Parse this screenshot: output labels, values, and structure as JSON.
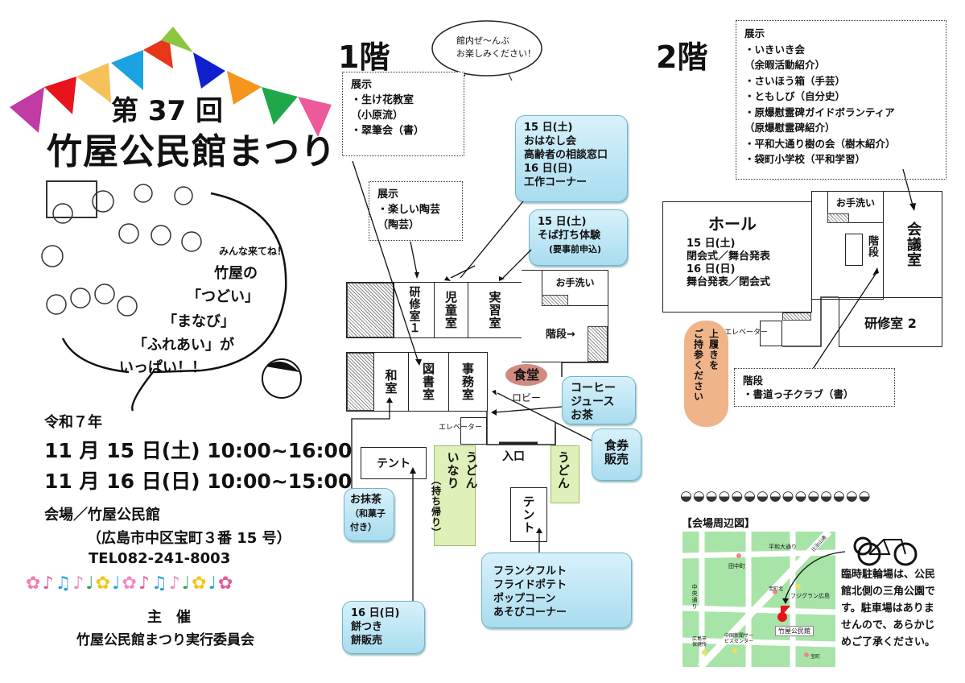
{
  "title": {
    "edition": "第 37 回",
    "name": "竹屋公民館まつり"
  },
  "bubble": {
    "call": "みんな来てね！",
    "line1": "竹屋の",
    "line2": "「つどい」",
    "line3": "「まなび」",
    "line4": "「ふれあい」が",
    "line5": "いっぱい！！"
  },
  "event": {
    "era": "令和７年",
    "day1": "11 月 15 日(土) 10:00~16:00",
    "day2": "11 月 16 日(日) 10:00~15:00",
    "venue": "会場／竹屋公民館",
    "address": "（広島市中区宝町３番 15 号）",
    "tel": "TEL082-241-8003",
    "organizer_label": "主　催",
    "organizer": "竹屋公民館まつり実行委員会"
  },
  "floor1": {
    "heading": "1階",
    "greeting": [
      "館内ぜ～んぶ",
      "お楽しみください！"
    ],
    "exhibit_a": {
      "title": "展示",
      "items": [
        "・生け花教室",
        "（小原流）",
        "・翠筆会（書）"
      ]
    },
    "exhibit_b": {
      "title": "展示",
      "items": [
        "・楽しい陶芸",
        "（陶芸）"
      ]
    },
    "event_talk": [
      "15 日(土)",
      "おはなし会",
      "高齢者の相談窓口",
      "16 日(日)",
      "工作コーナー"
    ],
    "event_soba": [
      "15 日(土)",
      "そば打ち体験",
      "(要事前申込)"
    ],
    "rooms": {
      "kenshu1": "研修室１",
      "jido": "児童室",
      "jisshu": "実習室",
      "washitsu": "和室",
      "tosho": "図書室",
      "jimu": "事務室",
      "toilet": "お手洗い",
      "stairs": "階段→",
      "elevator": "エレベーター",
      "lobby": "ロビー",
      "cafeteria": "食堂",
      "entrance": "入口"
    },
    "drinks": [
      "コーヒー",
      "ジュース",
      "お茶"
    ],
    "tickets": [
      "食券",
      "販売"
    ],
    "tent1": "テント",
    "tent2": "テント",
    "udon_inari": [
      "うどん",
      "いなり"
    ],
    "udon_inari_note": "（持ち帰り）",
    "udon": "うどん",
    "matcha": [
      "お抹茶",
      "（和菓子",
      "付き）"
    ],
    "mochi": [
      "16 日(日)",
      "餅つき",
      "餅販売"
    ],
    "stalls": [
      "フランクフルト",
      "フライドポテト",
      "ポップコーン",
      "あそびコーナー"
    ]
  },
  "floor2": {
    "heading": "2階",
    "exhibit": {
      "title": "展示",
      "items": [
        "・いきいき会",
        "（余暇活動紹介）",
        "・さいほう箱（手芸）",
        "・ともしび（自分史）",
        "・原爆慰霊碑ガイドボランティア",
        "（原爆慰霊碑紹介）",
        "・平和大通り樹の会（樹木紹介）",
        "・袋町小学校（平和学習）"
      ]
    },
    "hall": {
      "name": "ホール",
      "schedule": [
        "15 日(土)",
        "閉会式／舞台発表",
        "16 日(日)",
        "舞台発表／閉会式"
      ]
    },
    "rooms": {
      "toilet": "お手洗い",
      "stairs": "階段",
      "meeting": "会議室",
      "kenshu2": "研修室 2",
      "elevator": "エレベーター"
    },
    "shoes_note": [
      "上履きを",
      "ご持参ください"
    ],
    "stairs_exhibit": {
      "title": "階段",
      "items": [
        "・書道っ子クラブ（書）"
      ]
    }
  },
  "map": {
    "heading": "【会場周辺図】",
    "labels": {
      "heiwa": "平和大通り",
      "tanaka": "田中町",
      "chuo": "中央通り",
      "takara_kita": "宝町北",
      "fuji": "フジグラン広島",
      "venue": "竹屋公民館",
      "chugoku": "中国新聞サービスセンター",
      "hokenjo": "広島市保健所",
      "takara": "宝町",
      "hijiyama": "比治山通"
    },
    "parking_note": [
      "臨時駐輪場は、公民",
      "館北側の三角公園で",
      "す。駐車場はありま",
      "せんので、あらかじ",
      "めご了承ください。"
    ]
  },
  "colors": {
    "blue_box": "#a9dcef",
    "green_box": "#dff0b8",
    "cafeteria": "#d08a80",
    "shoes": "#f0b48a",
    "map": "#a8e4a8"
  }
}
